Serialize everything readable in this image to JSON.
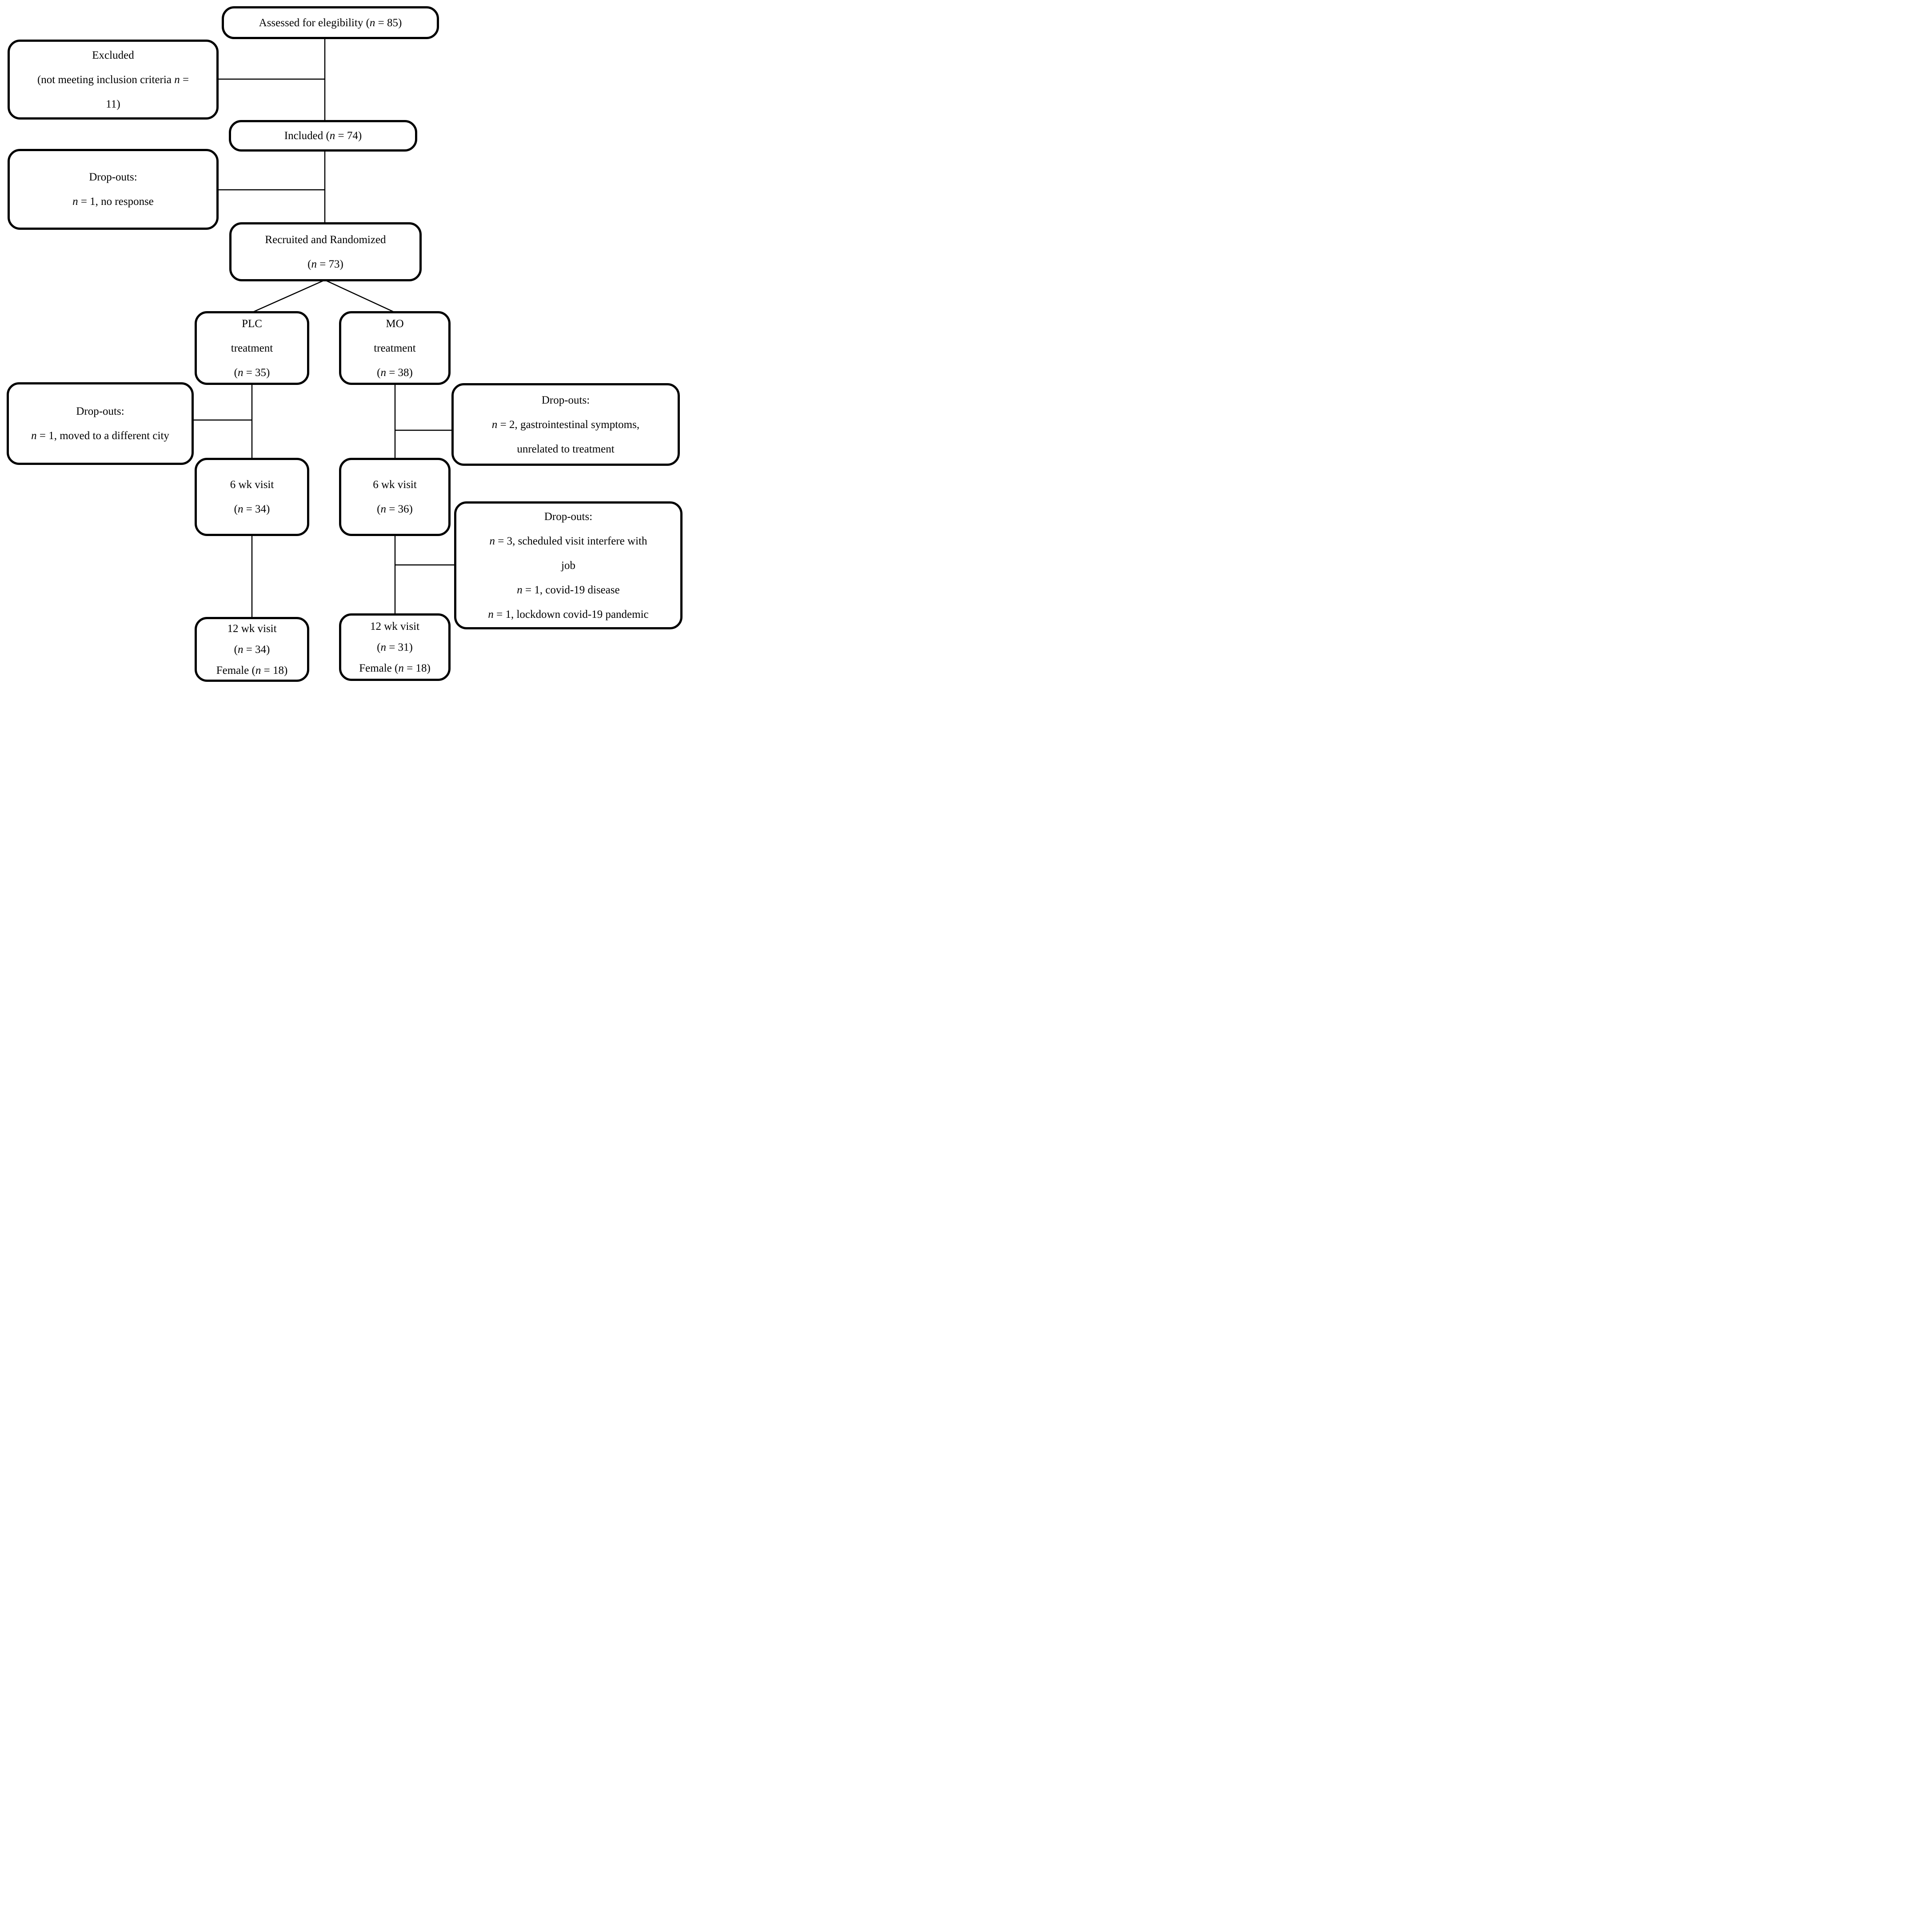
{
  "colors": {
    "line": "#000000",
    "box_border": "#000000",
    "background": "#ffffff",
    "text": "#000000"
  },
  "nodes": {
    "assessed": {
      "lines": [
        "Assessed for elegibility (*n* = 85)"
      ]
    },
    "excluded": {
      "lines": [
        "Excluded",
        "(not meeting inclusion criteria *n* =",
        "11)"
      ]
    },
    "included": {
      "lines": [
        "Included (*n* = 74)"
      ]
    },
    "dropouts_no_response": {
      "lines": [
        "Drop-outs:",
        "*n* = 1, no response"
      ]
    },
    "recruited": {
      "lines": [
        "Recruited and Randomized",
        "(*n* = 73)"
      ]
    },
    "plc_treatment": {
      "lines": [
        "PLC",
        "treatment",
        "(*n* = 35)"
      ]
    },
    "mo_treatment": {
      "lines": [
        "MO",
        "treatment",
        "(*n* = 38)"
      ]
    },
    "dropouts_moved": {
      "lines": [
        "Drop-outs:",
        "*n* = 1, moved to a different city"
      ]
    },
    "dropouts_gastro": {
      "lines": [
        "Drop-outs:",
        "*n* = 2, gastrointestinal symptoms,",
        "unrelated to treatment"
      ]
    },
    "wk6_plc": {
      "lines": [
        "6 wk visit",
        "(*n* = 34)"
      ]
    },
    "wk6_mo": {
      "lines": [
        "6 wk visit",
        "(*n* = 36)"
      ]
    },
    "dropouts_covid": {
      "lines": [
        "Drop-outs:",
        "*n* = 3, scheduled visit interfere with",
        "job",
        "*n* = 1, covid-19 disease",
        "*n* = 1, lockdown covid-19 pandemic"
      ]
    },
    "wk12_plc": {
      "lines": [
        "12 wk visit",
        "(*n* = 34)",
        "Female (*n* = 18)"
      ]
    },
    "wk12_mo": {
      "lines": [
        "12 wk visit",
        "(*n* = 31)",
        "Female (*n* = 18)"
      ]
    }
  }
}
